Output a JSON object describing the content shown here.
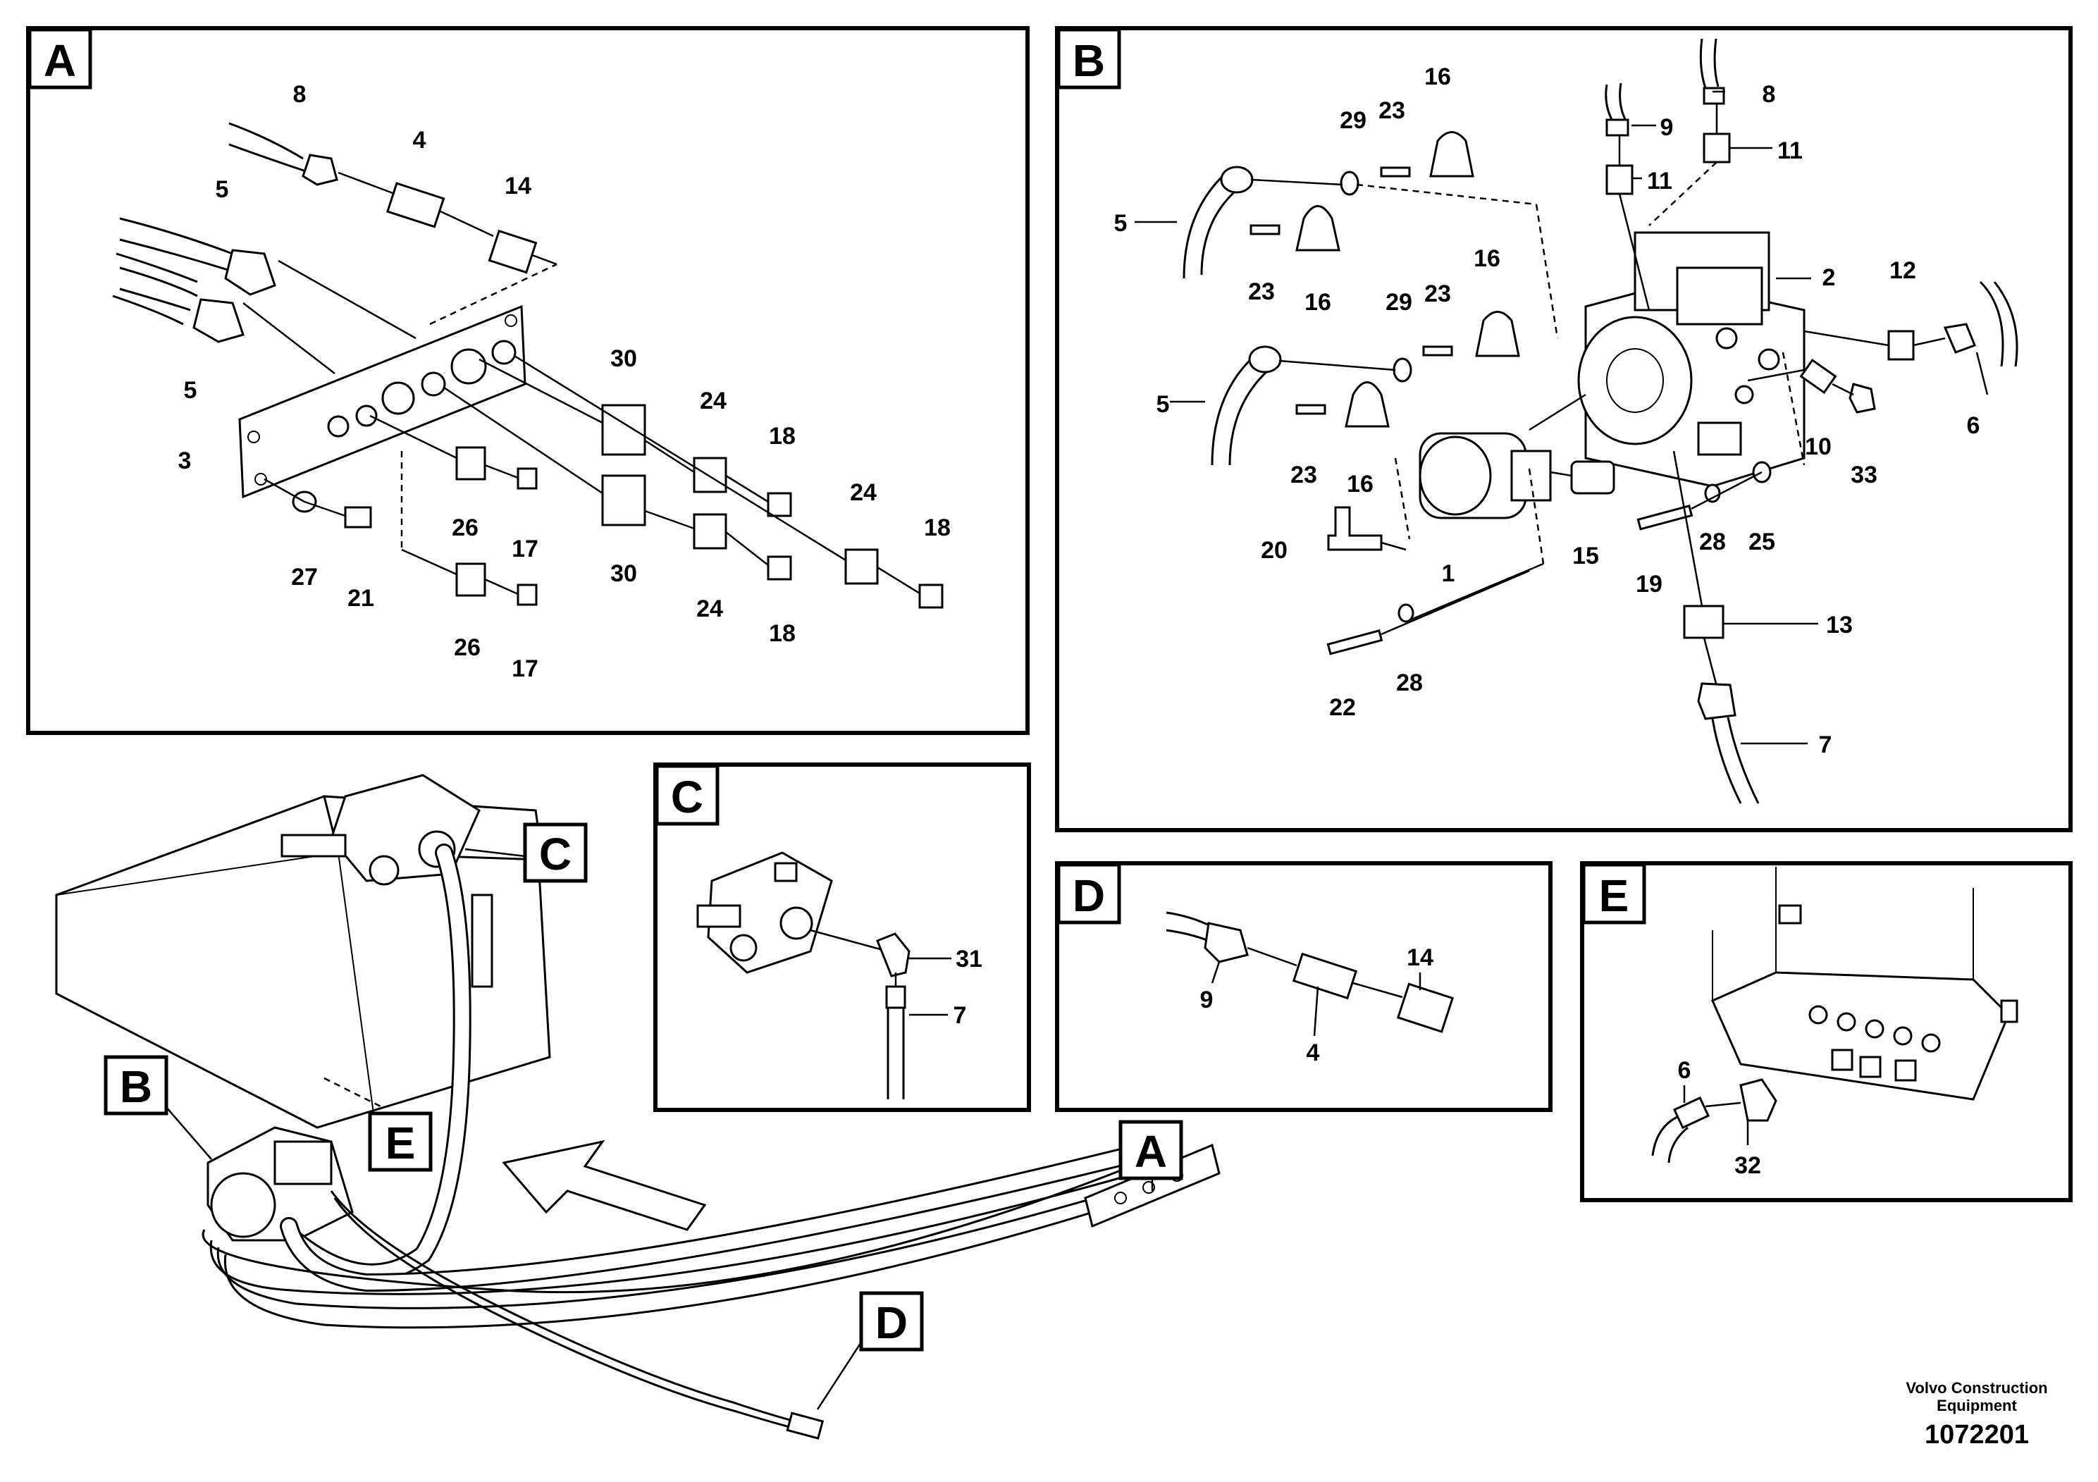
{
  "panels": {
    "A": {
      "tag": "A"
    },
    "B": {
      "tag": "B"
    },
    "C": {
      "tag": "C"
    },
    "D": {
      "tag": "D"
    },
    "E": {
      "tag": "E"
    }
  },
  "overview_tags": {
    "A": "A",
    "B": "B",
    "C": "C",
    "D": "D",
    "E": "E"
  },
  "callouts": {
    "A": [
      "8",
      "4",
      "14",
      "5",
      "5",
      "3",
      "30",
      "24",
      "18",
      "26",
      "17",
      "24",
      "18",
      "30",
      "24",
      "18",
      "26",
      "17",
      "27",
      "21"
    ],
    "B": [
      "16",
      "23",
      "29",
      "8",
      "9",
      "11",
      "11",
      "5",
      "23",
      "16",
      "2",
      "12",
      "16",
      "29",
      "23",
      "5",
      "23",
      "16",
      "6",
      "10",
      "33",
      "1",
      "15",
      "20",
      "19",
      "28",
      "25",
      "13",
      "22",
      "28",
      "7"
    ],
    "C": [
      "31",
      "7"
    ],
    "D": [
      "14",
      "9",
      "4"
    ],
    "E": [
      "6",
      "32"
    ]
  },
  "footer": {
    "brand_line1": "Volvo Construction",
    "brand_line2": "Equipment",
    "doc_number": "1072201"
  }
}
